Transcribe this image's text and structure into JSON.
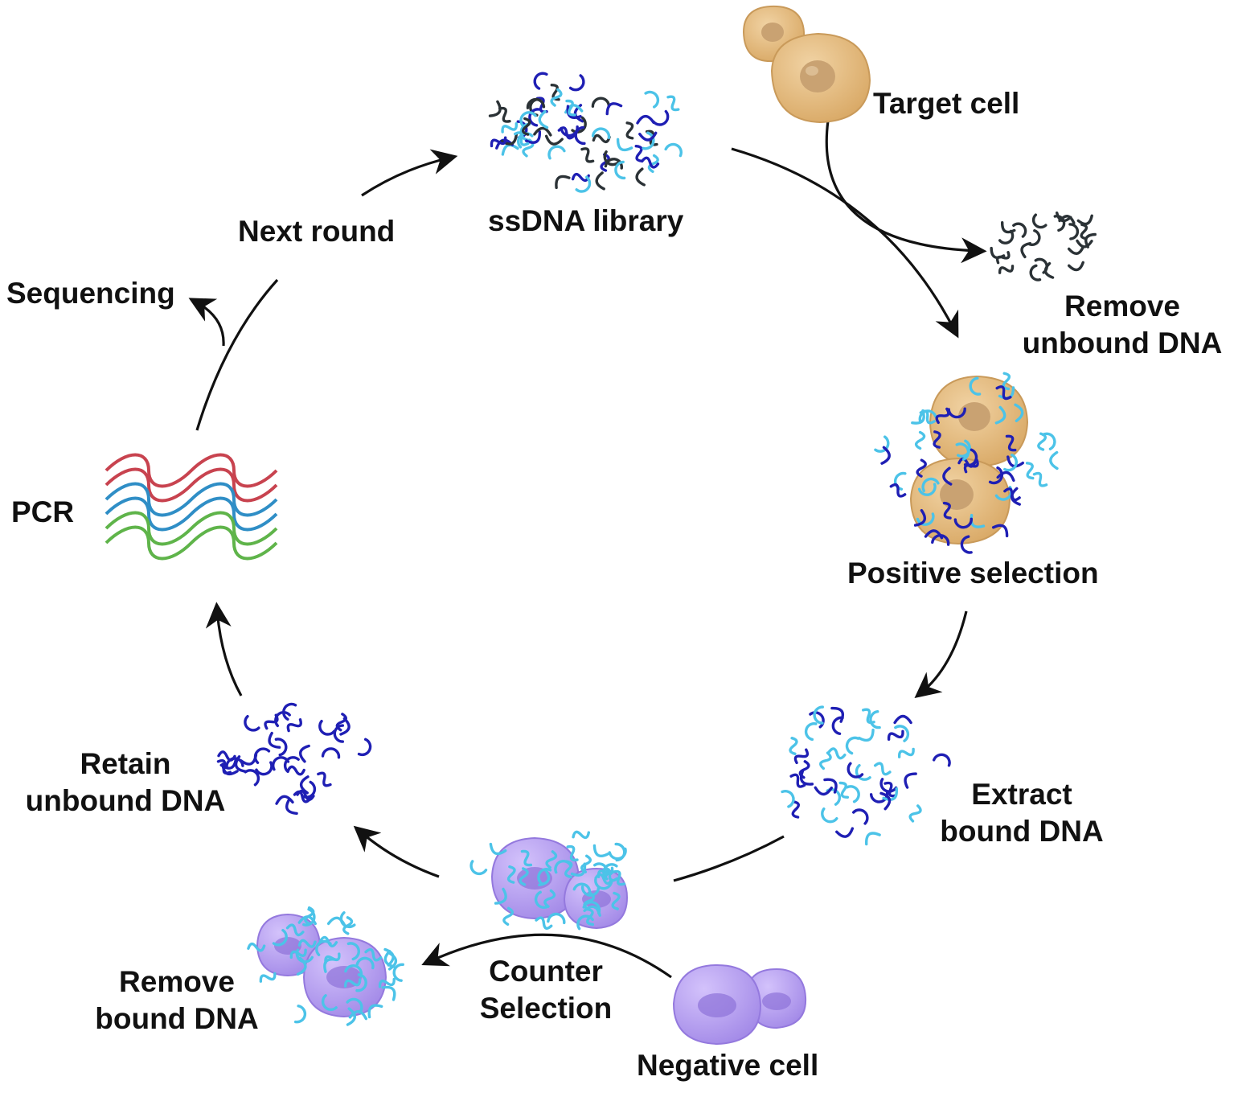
{
  "labels": {
    "ssdna_library": "ssDNA library",
    "target_cell": "Target cell",
    "remove_unbound_1": "Remove",
    "remove_unbound_2": "unbound DNA",
    "positive_selection": "Positive selection",
    "extract_bound_1": "Extract",
    "extract_bound_2": "bound DNA",
    "negative_cell": "Negative cell",
    "counter_selection_1": "Counter",
    "counter_selection_2": "Selection",
    "remove_bound_1": "Remove",
    "remove_bound_2": "bound DNA",
    "retain_unbound_1": "Retain",
    "retain_unbound_2": "unbound DNA",
    "pcr": "PCR",
    "sequencing": "Sequencing",
    "next_round": "Next round"
  },
  "colors": {
    "dna_dark_blue": "#1f1fb4",
    "dna_light_blue": "#4cc3e8",
    "dna_black": "#2b3236",
    "target_cell_fill": "#e3bd86",
    "target_cell_edge": "#c99a5a",
    "negative_cell_fill": "#b49af0",
    "negative_cell_edge": "#9479de",
    "pcr_red": "#c8434f",
    "pcr_blue": "#2f8ec6",
    "pcr_green": "#5fb44a",
    "arrow": "#111111"
  }
}
